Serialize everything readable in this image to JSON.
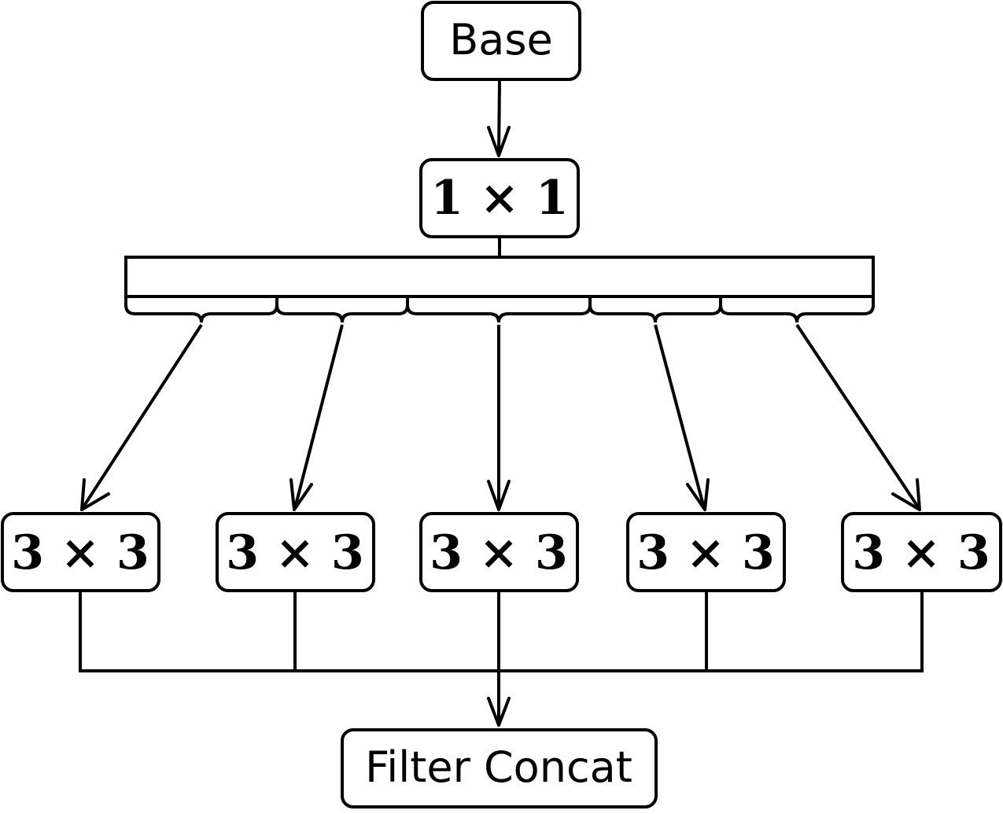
{
  "nodes": {
    "base": "Base",
    "conv1x1": "1 × 1",
    "conv3x3": [
      "3 × 3",
      "3 × 3",
      "3 × 3",
      "3 × 3",
      "3 × 3"
    ],
    "concat": "Filter Concat"
  }
}
